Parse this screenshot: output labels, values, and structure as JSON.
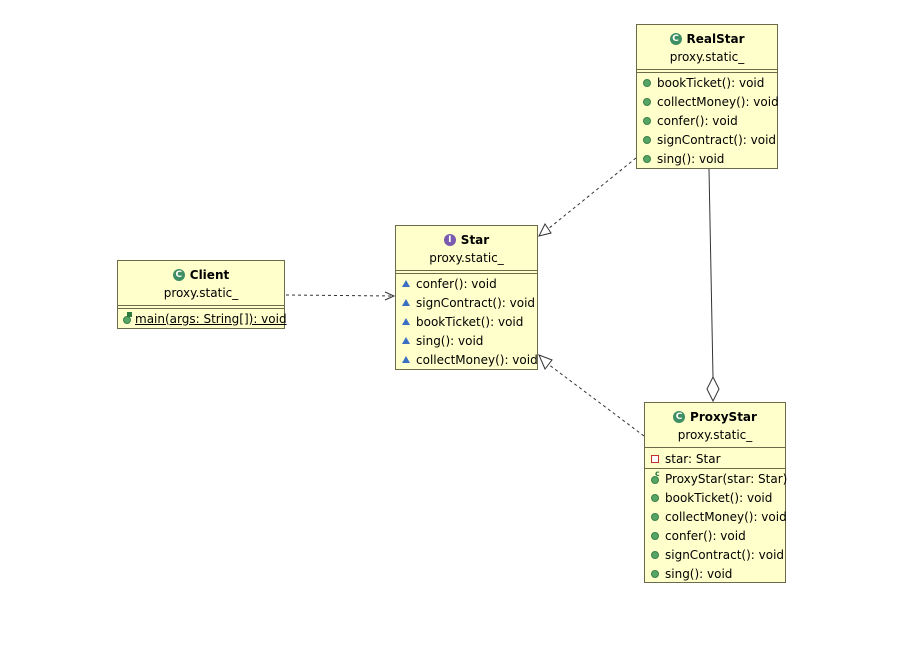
{
  "diagram": {
    "classes": {
      "client": {
        "kind": "class",
        "name": "Client",
        "package": "proxy.static_",
        "methods": [
          {
            "text": "main(args: String[]): void",
            "static": true,
            "visibility": "public"
          }
        ]
      },
      "star": {
        "kind": "interface",
        "name": "Star",
        "package": "proxy.static_",
        "methods": [
          {
            "text": "confer(): void",
            "visibility": "package"
          },
          {
            "text": "signContract(): void",
            "visibility": "package"
          },
          {
            "text": "bookTicket(): void",
            "visibility": "package"
          },
          {
            "text": "sing(): void",
            "visibility": "package"
          },
          {
            "text": "collectMoney(): void",
            "visibility": "package"
          }
        ]
      },
      "realstar": {
        "kind": "class",
        "name": "RealStar",
        "package": "proxy.static_",
        "methods": [
          {
            "text": "bookTicket(): void",
            "visibility": "public"
          },
          {
            "text": "collectMoney(): void",
            "visibility": "public"
          },
          {
            "text": "confer(): void",
            "visibility": "public"
          },
          {
            "text": "signContract(): void",
            "visibility": "public"
          },
          {
            "text": "sing(): void",
            "visibility": "public"
          }
        ]
      },
      "proxystar": {
        "kind": "class",
        "name": "ProxyStar",
        "package": "proxy.static_",
        "attributes": [
          {
            "text": "star: Star",
            "visibility": "private"
          }
        ],
        "methods": [
          {
            "text": "ProxyStar(star: Star)",
            "visibility": "public",
            "constructor": true
          },
          {
            "text": "bookTicket(): void",
            "visibility": "public"
          },
          {
            "text": "collectMoney(): void",
            "visibility": "public"
          },
          {
            "text": "confer(): void",
            "visibility": "public"
          },
          {
            "text": "signContract(): void",
            "visibility": "public"
          },
          {
            "text": "sing(): void",
            "visibility": "public"
          }
        ]
      }
    },
    "relationships": [
      {
        "type": "dependency",
        "from": "Client",
        "to": "Star"
      },
      {
        "type": "realization",
        "from": "RealStar",
        "to": "Star"
      },
      {
        "type": "realization",
        "from": "ProxyStar",
        "to": "Star"
      },
      {
        "type": "aggregation",
        "from": "RealStar",
        "to": "ProxyStar"
      }
    ],
    "colors": {
      "class_fill": "#ffffcc",
      "class_border": "#6b6b4a",
      "public_icon": "#55a565",
      "package_icon": "#3b6fc4",
      "private_icon": "#c03030",
      "class_kind_icon": "#3f8f64",
      "interface_kind_icon": "#7a5bb0"
    },
    "icons": {
      "class_kind": "class-c-icon",
      "interface_kind": "interface-i-icon",
      "public": "public-method-dot-icon",
      "package": "package-method-triangle-icon",
      "private": "private-field-square-icon"
    }
  }
}
